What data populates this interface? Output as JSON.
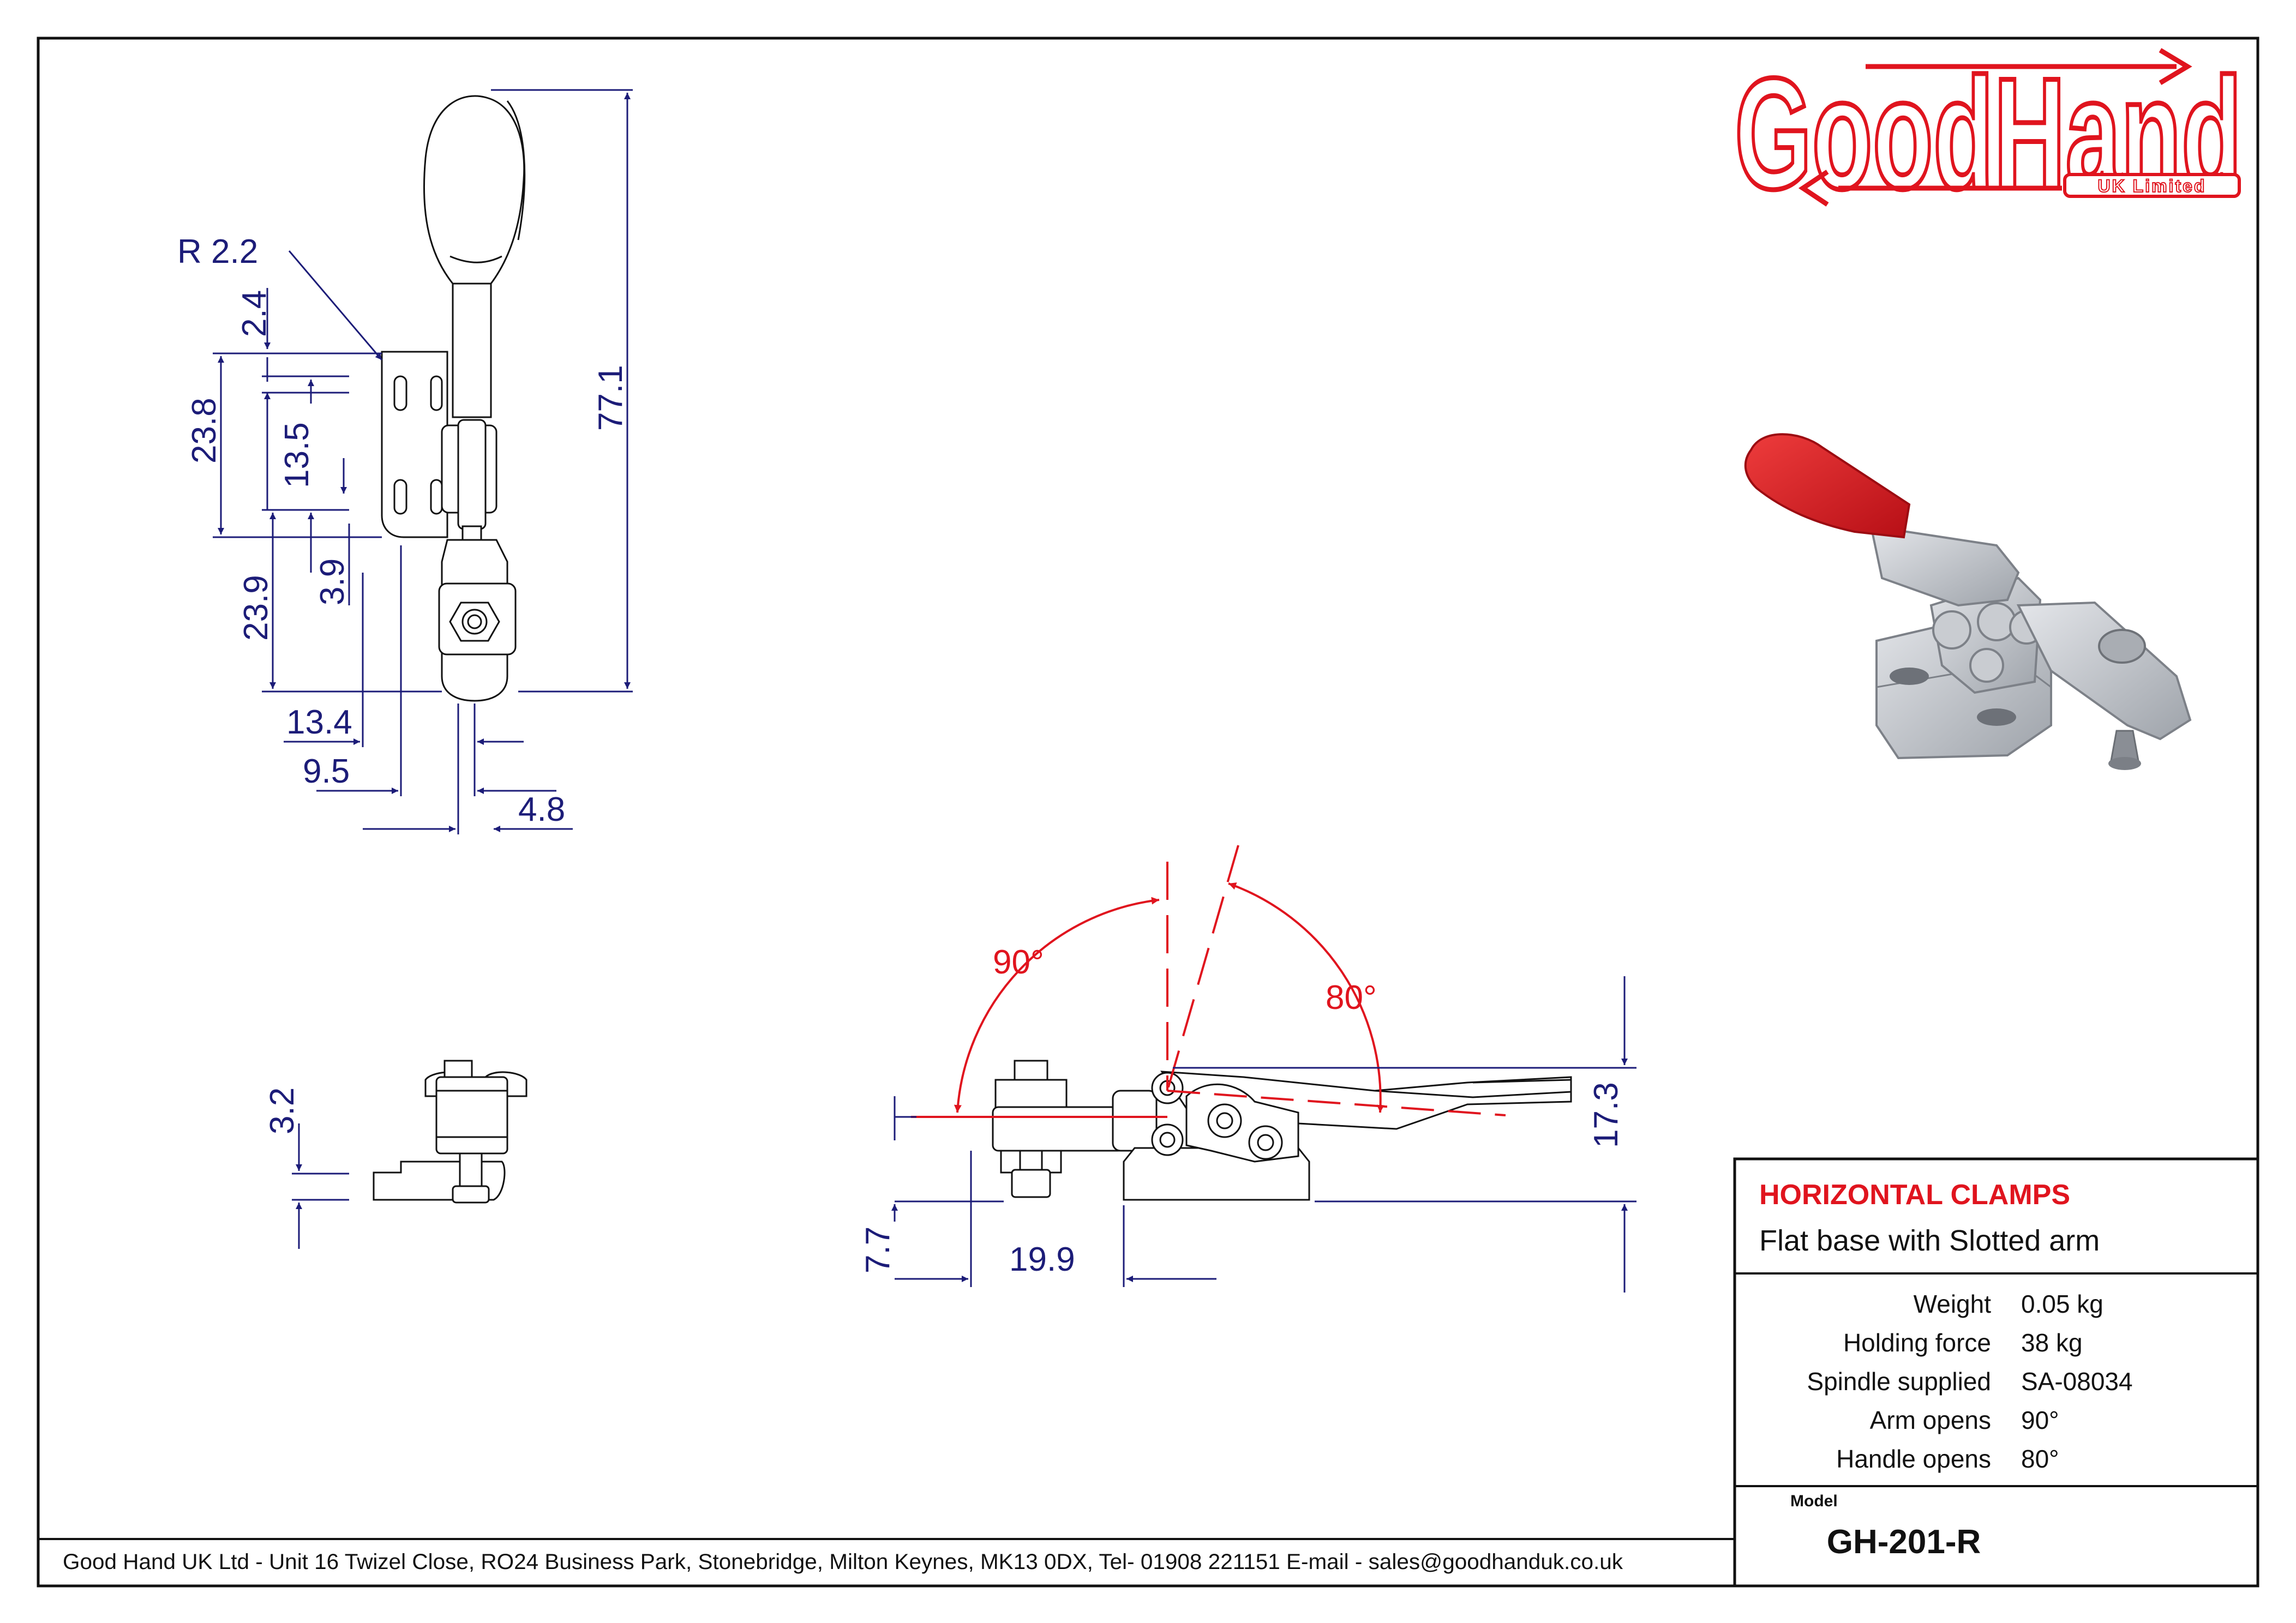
{
  "brand": {
    "name": "GoodHand",
    "subtitle": "UK Limited",
    "primary_color": "#e0141e",
    "dimension_color": "#1c1c78"
  },
  "top_view": {
    "radius": "R 2.2",
    "dims": [
      "2.4",
      "23.8",
      "13.5",
      "77.1",
      "3.9",
      "23.9",
      "13.4",
      "9.5",
      "4.8"
    ]
  },
  "end_view": {
    "dims": [
      "3.2"
    ]
  },
  "side_view": {
    "angles": [
      "90°",
      "80°"
    ],
    "dims": [
      "17.3",
      "7.7",
      "19.9"
    ]
  },
  "title_block": {
    "category": "HORIZONTAL CLAMPS",
    "description": "Flat base with Slotted arm",
    "specs": [
      {
        "label": "Weight",
        "value": "0.05 kg"
      },
      {
        "label": "Holding force",
        "value": "38 kg"
      },
      {
        "label": "Spindle supplied",
        "value": "SA-08034"
      },
      {
        "label": "Arm opens",
        "value": "90°"
      },
      {
        "label": "Handle opens",
        "value": "80°"
      }
    ],
    "model_label": "Model",
    "model": "GH-201-R"
  },
  "footer": {
    "address": "Good Hand UK Ltd  - Unit 16 Twizel Close, RO24 Business Park, Stonebridge, Milton Keynes, MK13 0DX,  Tel- 01908 221151  E-mail - sales@goodhanduk.co.uk"
  }
}
